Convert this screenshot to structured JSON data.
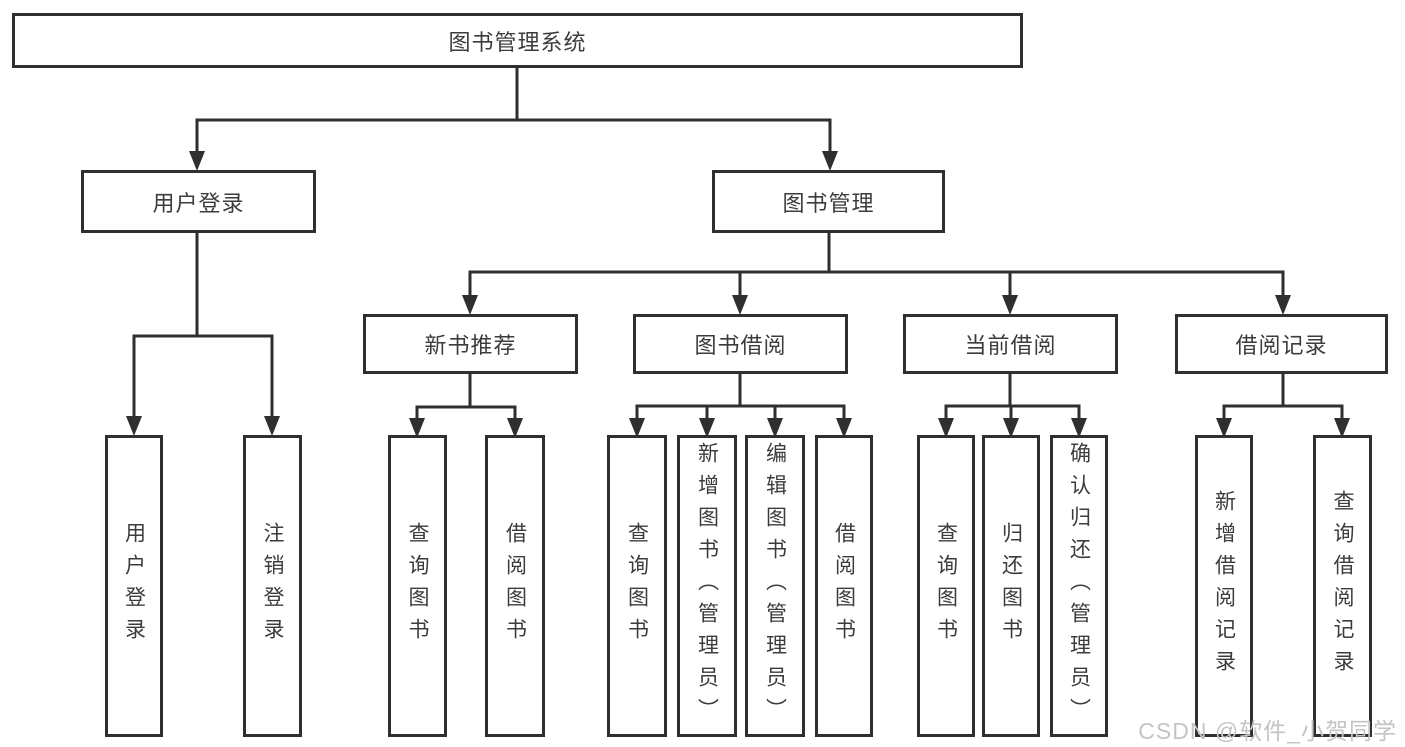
{
  "diagram": {
    "type": "hierarchy-flowchart",
    "colors": {
      "line": "#2f2f2f",
      "box_border": "#2f2f2f",
      "box_fill": "#ffffff",
      "text": "#3c3c3c",
      "watermark": "#c4c4c4",
      "background": "#ffffff"
    },
    "nodes": {
      "root": {
        "label": "图书管理系统"
      },
      "user_login": {
        "label": "用户登录"
      },
      "book_management": {
        "label": "图书管理"
      },
      "new_book_recommend": {
        "label": "新书推荐"
      },
      "book_borrowing": {
        "label": "图书借阅"
      },
      "current_borrowing": {
        "label": "当前借阅"
      },
      "borrowing_records": {
        "label": "借阅记录"
      },
      "leaf_user_login": {
        "label": "用户登录"
      },
      "leaf_logout_login": {
        "label": "注销登录"
      },
      "leaf_rec_query_books": {
        "label": "查询图书"
      },
      "leaf_rec_borrow_books": {
        "label": "借阅图书"
      },
      "leaf_bb_query_books": {
        "label": "查询图书"
      },
      "leaf_bb_add_books": {
        "label": "新增图书（管理员）"
      },
      "leaf_bb_edit_books": {
        "label": "编辑图书（管理员）"
      },
      "leaf_bb_borrow_books": {
        "label": "借阅图书"
      },
      "leaf_cb_query_books": {
        "label": "查询图书"
      },
      "leaf_cb_return_books": {
        "label": "归还图书"
      },
      "leaf_cb_confirm_return": {
        "label": "确认归还（管理员）"
      },
      "leaf_br_add_record": {
        "label": "新增借阅记录"
      },
      "leaf_br_query_record": {
        "label": "查询借阅记录"
      }
    },
    "watermark": {
      "text": "CSDN @软件_小贺同学"
    }
  }
}
